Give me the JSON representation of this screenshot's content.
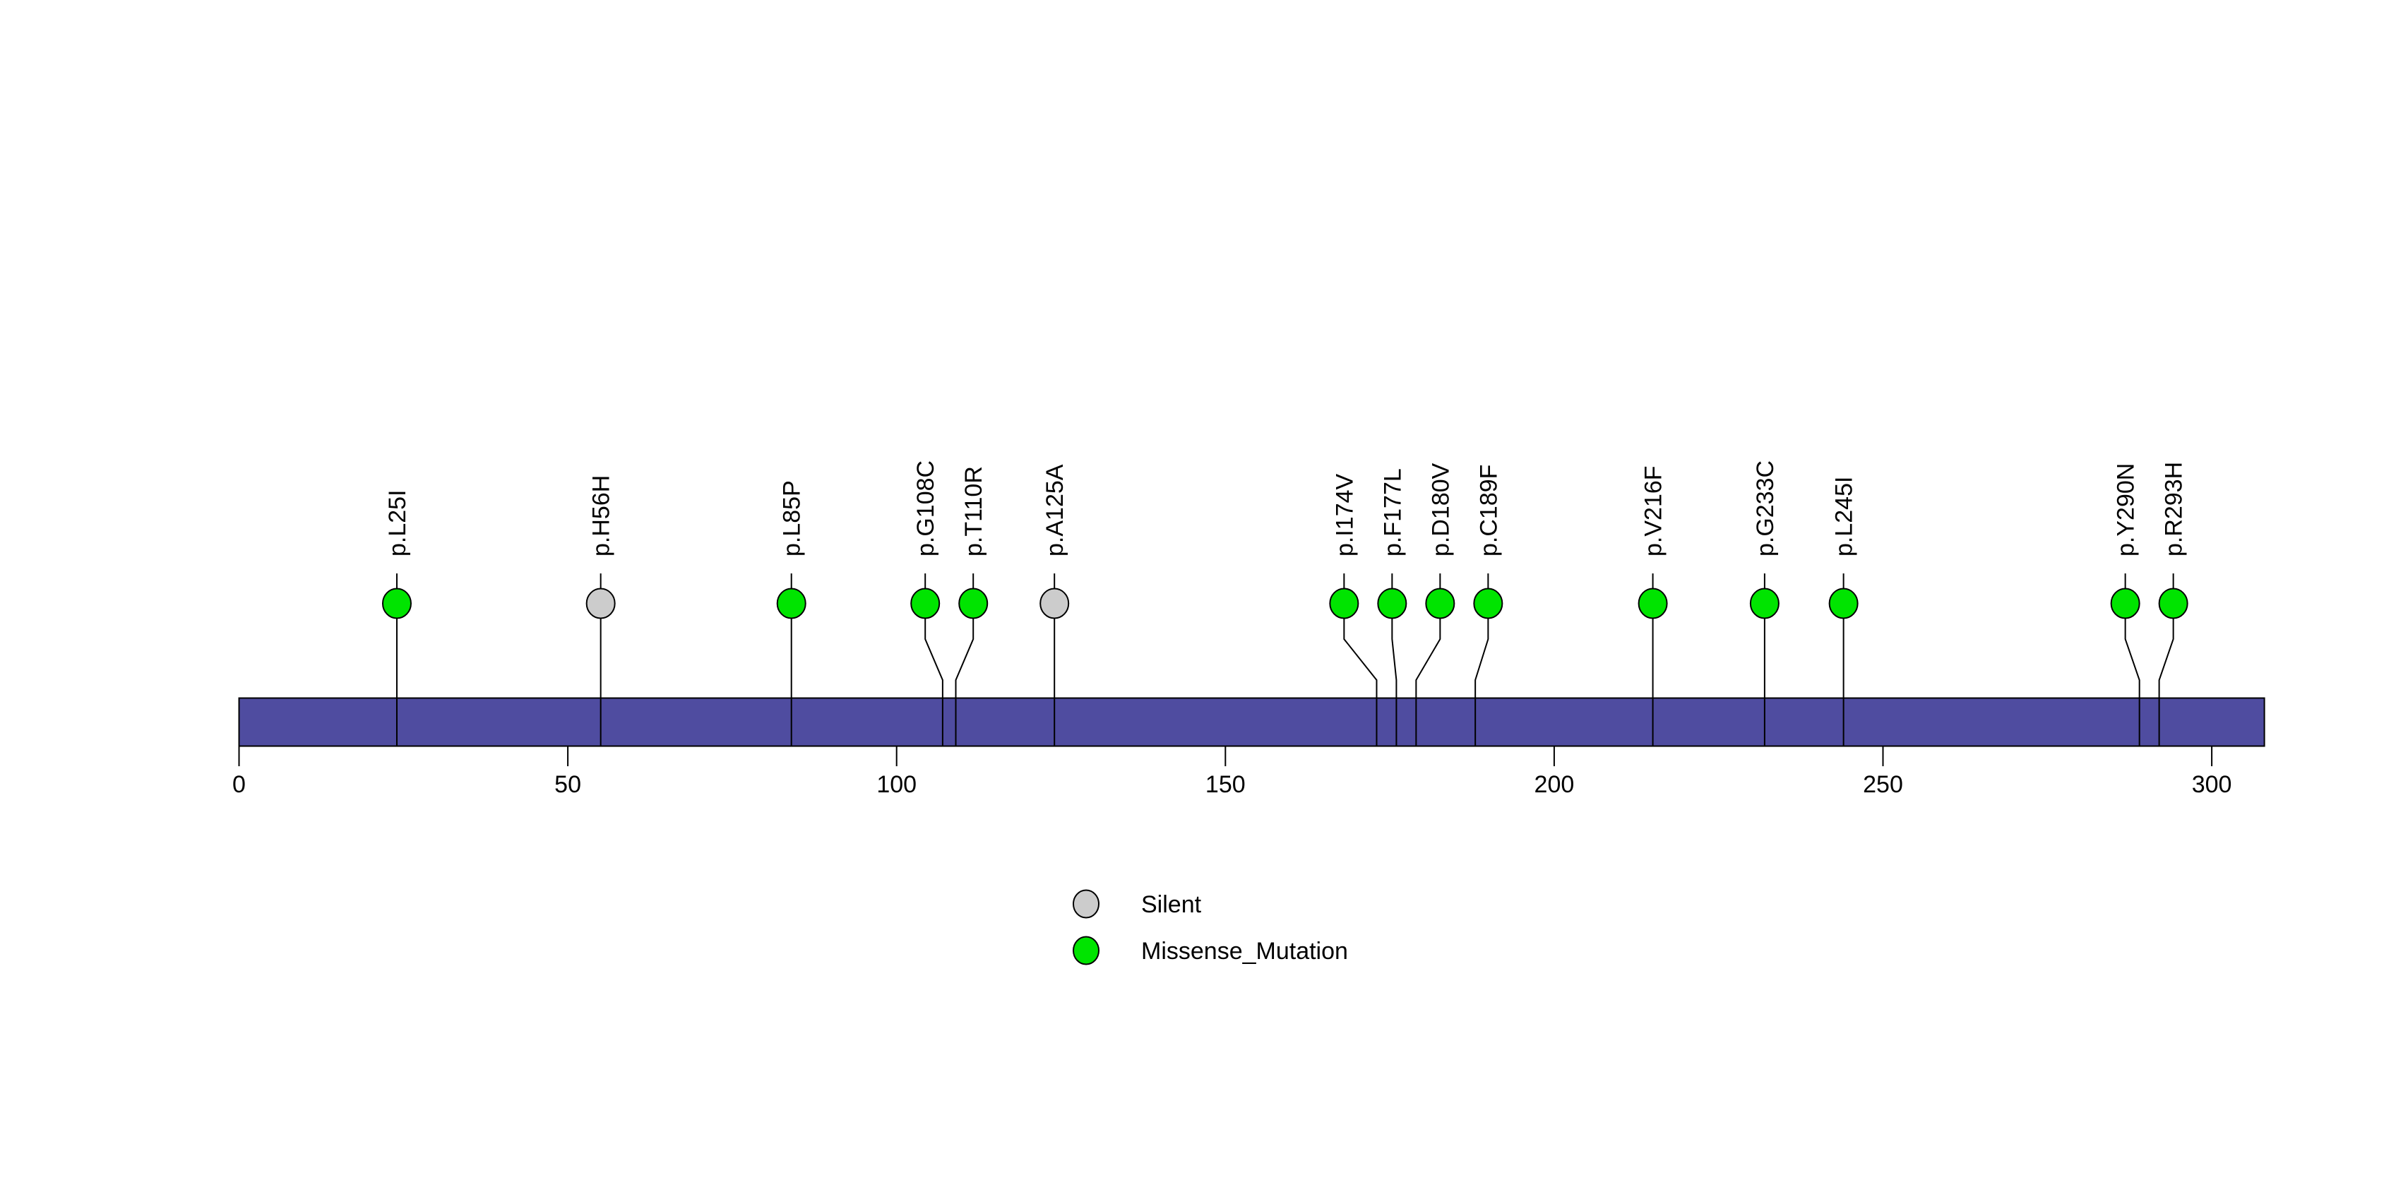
{
  "chart_data": {
    "type": "lollipop",
    "title": "",
    "xlabel": "",
    "ylabel": "",
    "axis": {
      "ticks": [
        0,
        50,
        100,
        150,
        200,
        250,
        300
      ],
      "xlim": [
        0,
        308
      ]
    },
    "protein_bar": {
      "start_aa": 0,
      "end_aa": 308,
      "color": "#4F4CA0"
    },
    "mutations": [
      {
        "pos": 25,
        "label": "p.L25I",
        "type": "Missense_Mutation"
      },
      {
        "pos": 56,
        "label": "p.H56H",
        "type": "Silent"
      },
      {
        "pos": 85,
        "label": "p.L85P",
        "type": "Missense_Mutation"
      },
      {
        "pos": 108,
        "label": "p.G108C",
        "type": "Missense_Mutation"
      },
      {
        "pos": 110,
        "label": "p.T110R",
        "type": "Missense_Mutation"
      },
      {
        "pos": 125,
        "label": "p.A125A",
        "type": "Silent"
      },
      {
        "pos": 174,
        "label": "p.I174V",
        "type": "Missense_Mutation"
      },
      {
        "pos": 177,
        "label": "p.F177L",
        "type": "Missense_Mutation"
      },
      {
        "pos": 180,
        "label": "p.D180V",
        "type": "Missense_Mutation"
      },
      {
        "pos": 189,
        "label": "p.C189F",
        "type": "Missense_Mutation"
      },
      {
        "pos": 216,
        "label": "p.V216F",
        "type": "Missense_Mutation"
      },
      {
        "pos": 233,
        "label": "p.G233C",
        "type": "Missense_Mutation"
      },
      {
        "pos": 245,
        "label": "p.L245I",
        "type": "Missense_Mutation"
      },
      {
        "pos": 290,
        "label": "p.Y290N",
        "type": "Missense_Mutation"
      },
      {
        "pos": 293,
        "label": "p.R293H",
        "type": "Missense_Mutation"
      }
    ],
    "legend": [
      {
        "label": "Silent",
        "type": "Silent"
      },
      {
        "label": "Missense_Mutation",
        "type": "Missense_Mutation"
      }
    ],
    "colors": {
      "Silent": "#CCCCCC",
      "Missense_Mutation": "#00E400",
      "bar": "#4F4CA0",
      "outline": "#000000",
      "background": "#FFFFFF"
    },
    "legend_position": "bottom-center",
    "grid": false
  }
}
